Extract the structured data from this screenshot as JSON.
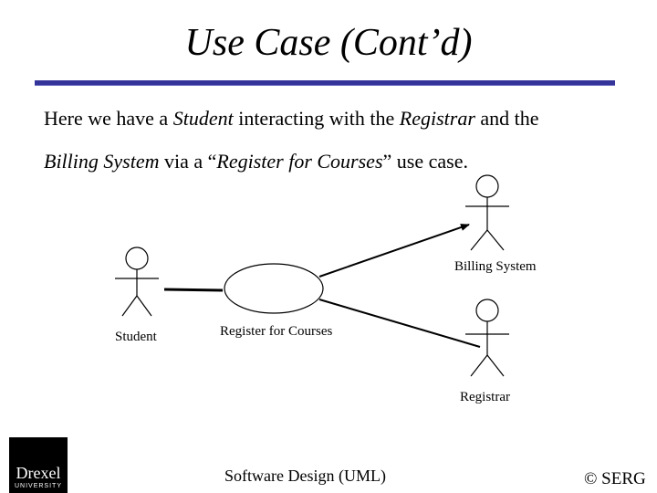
{
  "slide": {
    "title": "Use Case (Cont’d)",
    "intro": {
      "t1": "Here we have a ",
      "student": "Student",
      "t2": " interacting with the ",
      "registrar": "Registrar",
      "t3": " and the ",
      "billing": "Billing System",
      "t4": " via a “",
      "usecase": "Register for Courses",
      "t5": "” use case."
    }
  },
  "diagram": {
    "actors": {
      "student": "Student",
      "billing": "Billing System",
      "registrar": "Registrar"
    },
    "use_case": "Register for Courses"
  },
  "footer": {
    "center": "Software Design (UML)",
    "right": "© SERG",
    "logo_word": "Drexel",
    "logo_sub": "UNIVERSITY"
  },
  "colors": {
    "title_rule": "#333399",
    "logo_gold": "#e7b82f"
  }
}
